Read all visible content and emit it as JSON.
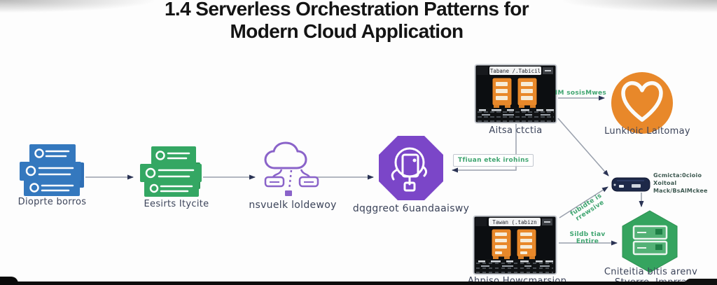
{
  "title": {
    "line1": "1.4 Serverless Orchestration Patterns for",
    "line2": "Modern Cloud Application"
  },
  "nodes": {
    "source_stack": {
      "icon": "server-stack-icon",
      "label": "Dioprte borros",
      "color": "#3478be"
    },
    "queue_stack": {
      "icon": "server-stack-icon",
      "label": "Eesirts Itycite",
      "color": "#34a763"
    },
    "network_cloud": {
      "icon": "cloud-network-icon",
      "label": "nsvuelk loldewoy",
      "color": "#8a63c9"
    },
    "orchestrator": {
      "icon": "octagon-process-icon",
      "label": "dqggreot 6uandaaiswy",
      "color": "#7b46c8"
    },
    "table_top": {
      "icon": "data-table-window-icon",
      "label": "Aitsa ctctia",
      "window_title": "Tabane /.Tabicil",
      "accent": "#e8882a"
    },
    "health_service": {
      "icon": "heart-circle-icon",
      "label": "Lunkioic Laitomay",
      "color": "#e8882a"
    },
    "edge_server": {
      "icon": "server-bar-icon",
      "caption_line1": "Gcmicta:0cioio Xoitoal",
      "caption_line2": "Mack/BsAlMckee",
      "color": "#1e2949"
    },
    "storage_hexagon": {
      "icon": "hexagon-servers-icon",
      "label_line1": "Cniteitia bitis arenv",
      "label_line2": "Styerre, Imnrra",
      "color": "#35a45f"
    },
    "table_bottom": {
      "icon": "data-table-window-icon",
      "label": "Ahpiso Howcmarsiop",
      "window_title": "Tawan (.tabizn",
      "accent": "#e8882a"
    }
  },
  "edges": {
    "top_table_to_orchestrator": {
      "label": "Tfiuan etek irohins",
      "color": "#3fa570"
    },
    "top_table_to_health": {
      "label": "IM sosisMwes",
      "color": "#3fa570"
    },
    "bottom_table_to_edge_server": {
      "label": "fubidte is rrewsive",
      "color": "#3fa570"
    },
    "bottom_table_to_hexagon": {
      "label": "Sildb tiav Entire",
      "color": "#3fa570"
    }
  }
}
